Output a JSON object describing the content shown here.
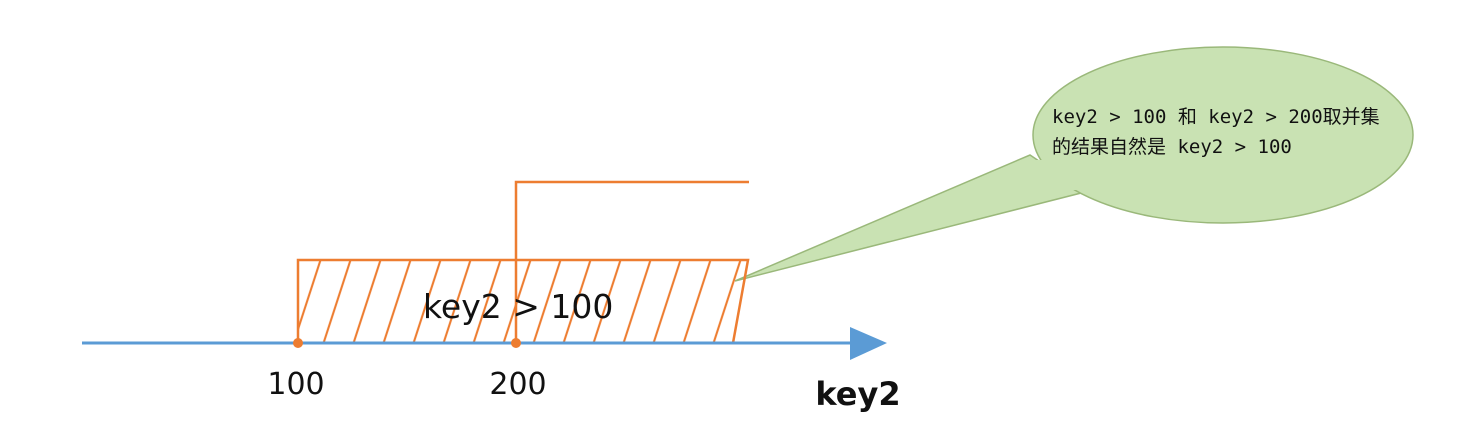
{
  "colors": {
    "axis": "#5b9bd5",
    "range": "#ed7d31",
    "callout_fill": "#c9e2b3",
    "callout_stroke": "#9ab87a",
    "text": "#111111"
  },
  "axis": {
    "label": "key2",
    "ticks": [
      {
        "label": "100"
      },
      {
        "label": "200"
      }
    ]
  },
  "ranges": {
    "hatched_label": "key2 > 100"
  },
  "callout": {
    "line1": "key2 > 100 和 key2 > 200取并集",
    "line2": "的结果自然是 key2 > 100"
  },
  "icons": [
    "arrow-right-icon"
  ]
}
